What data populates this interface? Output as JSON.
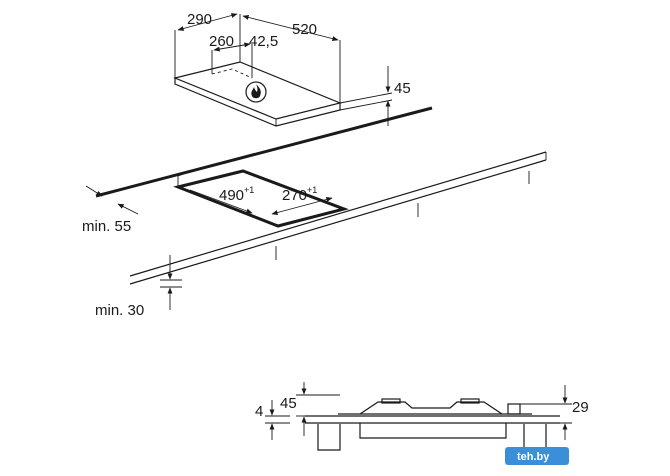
{
  "dimensions": {
    "top_width": "290",
    "inner_width": "260",
    "edge_offset": "42,5",
    "depth": "520",
    "height": "45",
    "cutout_length": "490",
    "cutout_length_tol": "+1",
    "cutout_width": "270",
    "cutout_width_tol": "+1",
    "min_front": "min. 55",
    "min_bottom": "min. 30",
    "side_left_thickness": "4",
    "side_left_height": "45",
    "side_right_height": "29"
  },
  "watermark": {
    "text": "teh.by",
    "color": "#3a8fd8"
  },
  "colors": {
    "line": "#1a1a1a",
    "background": "#ffffff"
  },
  "icons": [
    "flame-icon",
    "arrow-icon"
  ]
}
